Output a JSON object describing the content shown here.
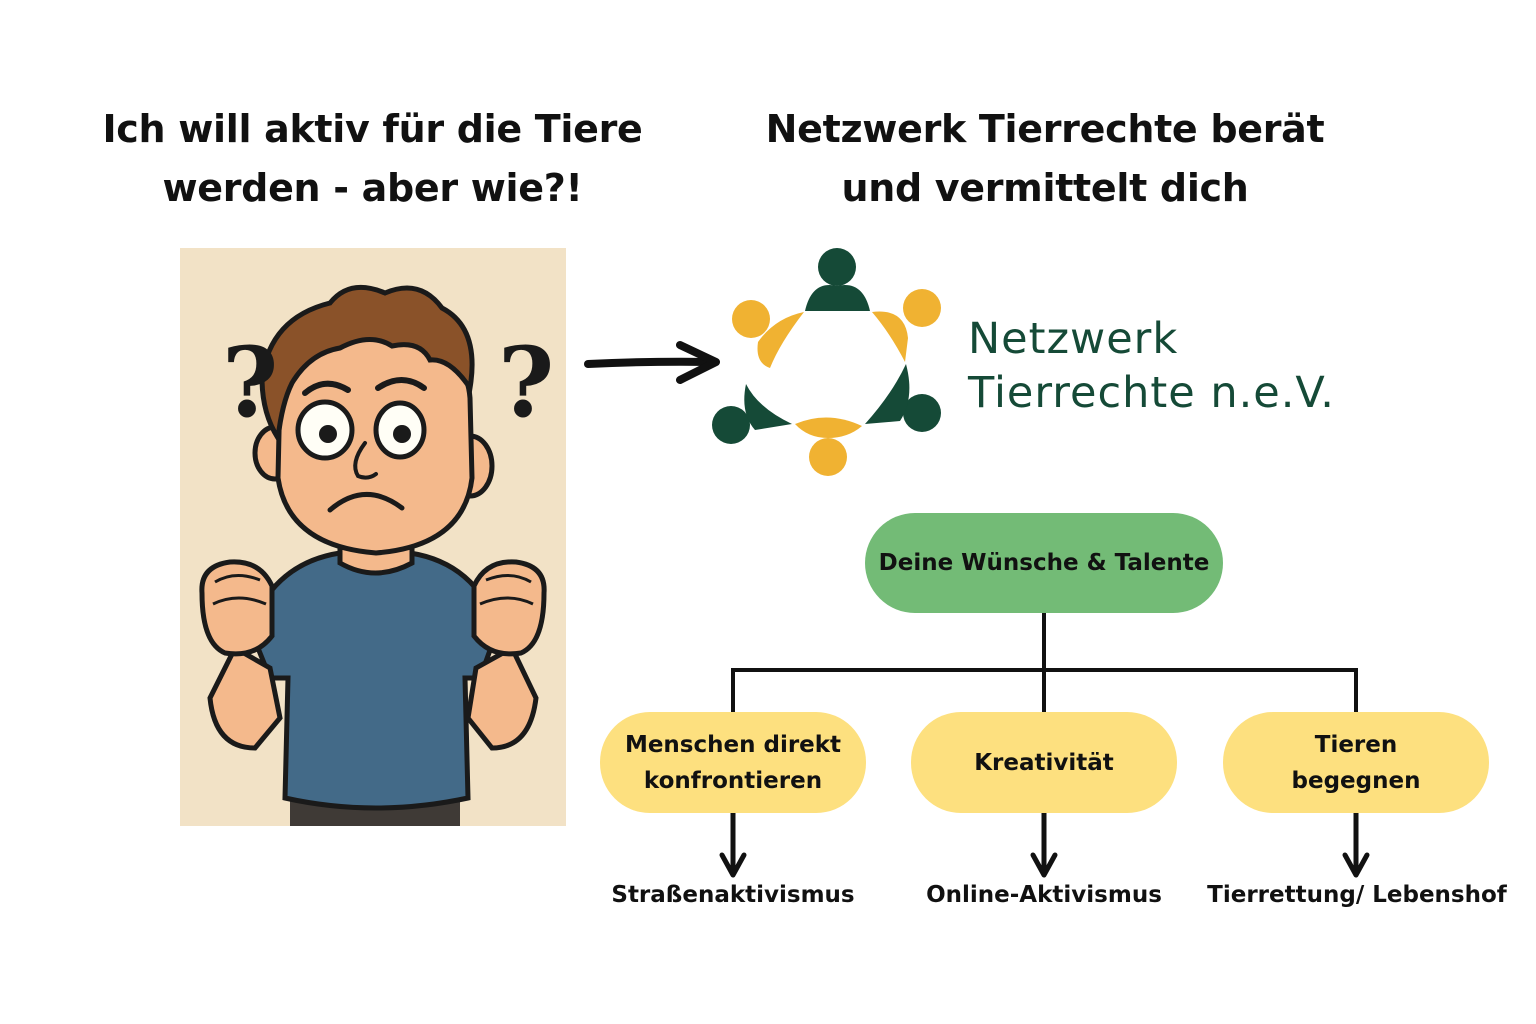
{
  "headline_left": {
    "line1": "Ich will aktiv für die Tiere",
    "line2": "werden - aber wie?!"
  },
  "headline_right": {
    "line1": "Netzwerk Tierrechte berät",
    "line2": "und vermittelt dich"
  },
  "illustration": {
    "question_marks": [
      "?",
      "?"
    ]
  },
  "logo": {
    "name_line1": "Netzwerk",
    "name_line2": "Tierrechte n.e.V."
  },
  "diagram": {
    "root": "Deine Wünsche & Talente",
    "children": [
      {
        "line1": "Menschen direkt",
        "line2": "konfrontieren",
        "leaf": "Straßenaktivismus"
      },
      {
        "line1": "Kreativität",
        "line2": "",
        "leaf": "Online-Aktivismus"
      },
      {
        "line1": "Tieren",
        "line2": "begegnen",
        "leaf": "Tierrettung/ Lebenshof"
      }
    ]
  },
  "colors": {
    "logo_dark_green": "#154a37",
    "logo_yellow": "#f0b232",
    "root_green": "#73bb76",
    "child_yellow": "#fde07f",
    "illustration_background": "#f2e2c6",
    "shirt_blue": "#436a88"
  }
}
